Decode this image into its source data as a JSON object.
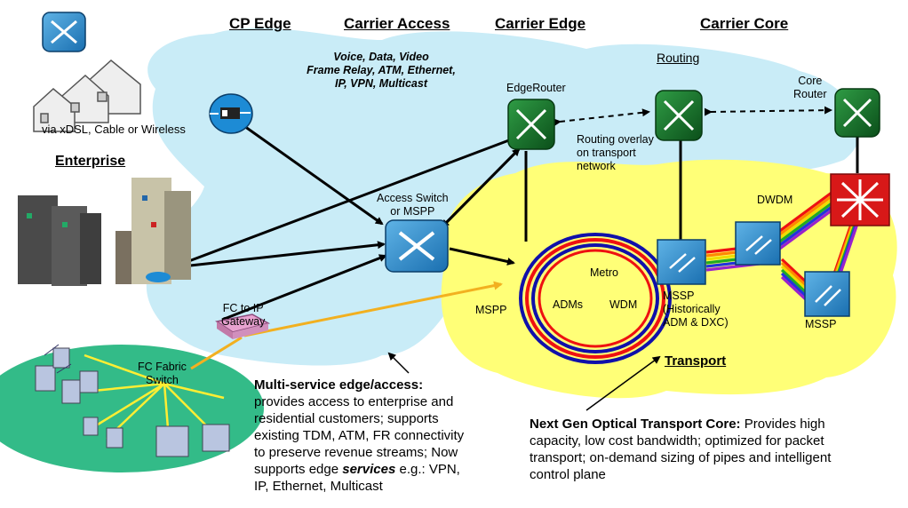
{
  "headers": {
    "cp_edge": "CP Edge",
    "carrier_access": "Carrier Access",
    "carrier_edge": "Carrier Edge",
    "carrier_core": "Carrier Core"
  },
  "labels": {
    "via": "via xDSL, Cable or Wireless",
    "enterprise": "Enterprise",
    "services": [
      "Voice, Data, Video",
      "Frame Relay, ATM, Ethernet,",
      "IP, VPN, Multicast"
    ],
    "edge_router": "EdgeRouter",
    "routing": "Routing",
    "core_router": [
      "Core",
      "Router"
    ],
    "routing_overlay": [
      "Routing overlay",
      "on transport",
      "network"
    ],
    "access_switch": [
      "Access Switch",
      "or MSPP"
    ],
    "dwdm": "DWDM",
    "metro": "Metro",
    "adms": "ADMs",
    "wdm": "WDM",
    "mspp_left": "MSPP",
    "mssp_mid": [
      "MSSP",
      "(Historically",
      "ADM & DXC)"
    ],
    "mssp_right": "MSSP",
    "transport": "Transport",
    "fc_gateway": [
      "FC to IP",
      "Gateway"
    ],
    "fc_switch": [
      "FC Fabric",
      "Switch"
    ]
  },
  "notes": {
    "multiservice_title": "Multi-service edge/access:",
    "multiservice_lines": [
      "provides access to enterprise and",
      "residential customers; supports",
      "existing TDM, ATM, FR connectivity",
      "to preserve revenue streams; Now",
      "IP, Ethernet, Multicast"
    ],
    "multiservice_l5_pre": "supports edge ",
    "multiservice_l5_em": "services",
    "multiservice_l5_post": " e.g.: VPN,",
    "nextgen_title": "Next Gen Optical Transport Core:",
    "nextgen_first_rest": " Provides high",
    "nextgen_lines": [
      "capacity, low cost bandwidth; optimized for packet",
      "transport; on-demand sizing of pipes and intelligent",
      "control plane"
    ]
  },
  "colors": {
    "sky": "#c9ecf7",
    "transport": "#ffff77",
    "san": "#33bb88",
    "router_green": "#0d6b24",
    "switch_blue": "#2f8fd0",
    "red_cross": "#e02020",
    "ring_blue": "#1010aa",
    "ring_red": "#ee1111",
    "fc_arrow": "#f2b020"
  },
  "icons": {
    "home_router": "blue-router-icon",
    "houses": "houses-icon",
    "modem": "modem-icon",
    "buildings": "office-buildings-icon",
    "routers": "router-icon",
    "access_switch": "atm-switch-icon",
    "cross_connect": "optical-cross-connect-icon",
    "mssp": "mssp-icon",
    "servers": "server-rack-icon"
  }
}
